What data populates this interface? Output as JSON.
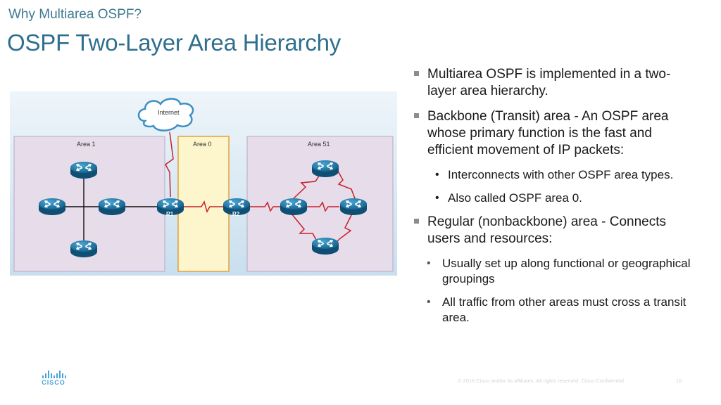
{
  "slide": {
    "supertitle": "Why Multiarea OSPF?",
    "title": "OSPF Two-Layer Area Hierarchy"
  },
  "diagram": {
    "cloud_label": "Internet",
    "areas": [
      "Area 1",
      "Area 0",
      "Area 51"
    ],
    "router_labels": {
      "r1": "R1",
      "r2": "R2"
    }
  },
  "bullets": [
    {
      "level": 1,
      "text": "Multiarea OSPF is implemented in a two-layer area hierarchy."
    },
    {
      "level": 1,
      "text": "Backbone (Transit) area - An OSPF area whose primary function is the fast and efficient movement of IP packets:"
    },
    {
      "level": 2,
      "text": "Interconnects with other OSPF area types."
    },
    {
      "level": 2,
      "text": "Also called OSPF area 0."
    },
    {
      "level": 1,
      "text": "Regular (nonbackbone) area - Connects users and resources:"
    },
    {
      "level": 2,
      "text": "Usually set up along functional or geographical groupings"
    },
    {
      "level": 2,
      "text": "All traffic from other areas must cross a transit area."
    }
  ],
  "footer": {
    "logo_text": "CISCO",
    "copyright": "© 2016  Cisco and/or its affiliates. All rights reserved.   Cisco Confidential",
    "page_number": "16"
  },
  "colors": {
    "title": "#2f6f8e",
    "area_fill": "#e6dcea",
    "backbone_fill": "#fdf6cc",
    "backbone_border": "#e3a03a",
    "router_blue": "#1f7aa8",
    "serial_red": "#c8202a"
  },
  "icons": [
    "cloud-icon",
    "router-icon",
    "cisco-logo-icon"
  ]
}
